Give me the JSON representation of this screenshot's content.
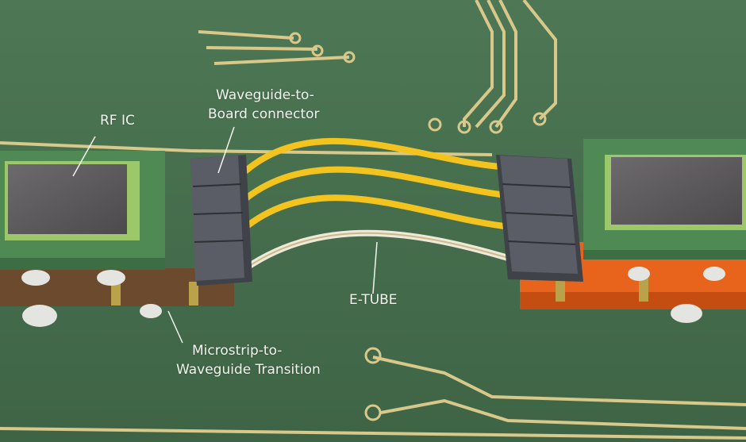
{
  "labels": {
    "rf_ic": "RF IC",
    "connector_line1": "Waveguide-to-",
    "connector_line2": "Board connector",
    "etube": "E-TUBE",
    "transition_line1": "Microstrip-to-",
    "transition_line2": "Waveguide Transition"
  },
  "colors": {
    "pcb": "#47704e",
    "trace": "#d9c98a",
    "tube": "#f0c020",
    "connector": "#4a4d55",
    "orange_base": "#e8631c",
    "brown_base": "#6b4a2e"
  }
}
